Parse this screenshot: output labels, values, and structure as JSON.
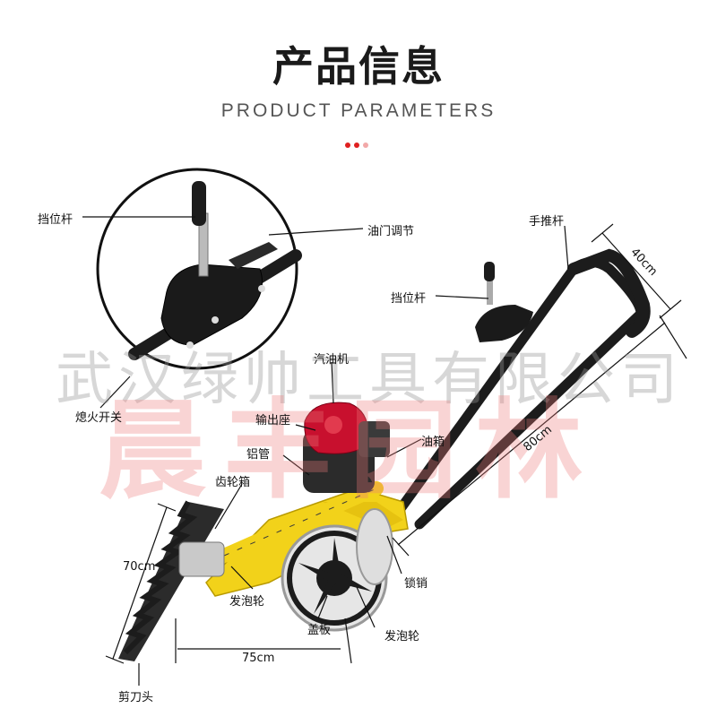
{
  "header": {
    "title": "产品信息",
    "subtitle": "PRODUCT PARAMETERS"
  },
  "colors": {
    "accent": "#e02020",
    "dot_light": "#f2a8a8",
    "frame_yellow": "#f2d21a",
    "engine_red": "#c8102e",
    "handle_black": "#1c1c1c"
  },
  "labels": {
    "gear_lever_zoom": "挡位杆",
    "throttle": "油门调节",
    "push_handle": "手推杆",
    "gear_lever": "挡位杆",
    "ignition_switch": "熄火开关",
    "engine": "汽油机",
    "output_seat": "输出座",
    "fuel_tank": "油箱",
    "aluminum_tube": "铝管",
    "gearbox": "齿轮箱",
    "foam_wheel_inner": "发泡轮",
    "lock_pin": "锁销",
    "cover_plate": "盖板",
    "foam_wheel_outer": "发泡轮",
    "cutter_head": "剪刀头"
  },
  "dimensions": {
    "handle_width": "40cm",
    "handle_length": "80cm",
    "blade_length": "70cm",
    "base_length": "75cm"
  },
  "watermarks": {
    "company": "武汉绿帅工具有限公司",
    "brand": "晨丰园林"
  }
}
